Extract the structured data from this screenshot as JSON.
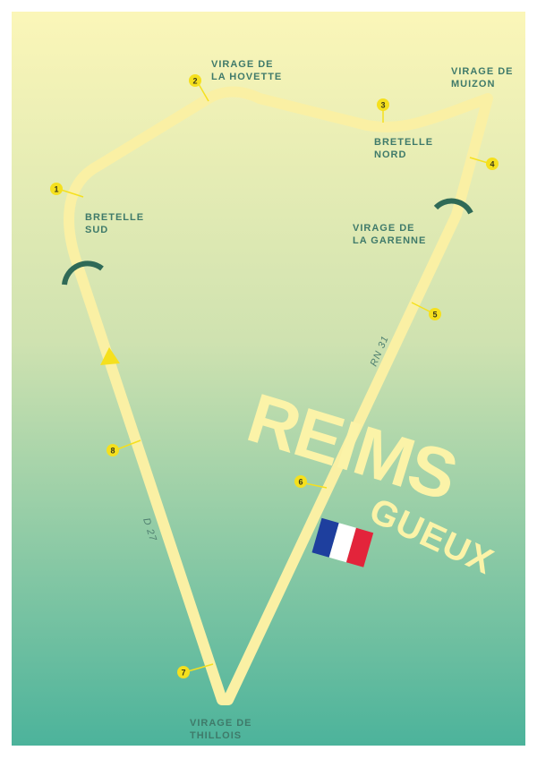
{
  "colors": {
    "bg_top": "#fbf6b8",
    "bg_bottom": "#4cb39b",
    "track": "#faf0a4",
    "marker": "#f5e01e",
    "label": "#3f7a6a",
    "curb": "#2f6a57",
    "title": "#fbf3a8",
    "flag_blue": "#1e3f9e",
    "flag_white": "#ffffff",
    "flag_red": "#e3243b"
  },
  "title": {
    "line1": "REIMS",
    "line2": "GUEUX"
  },
  "roads": {
    "rn31": "RN 31",
    "d27": "D 27"
  },
  "markers": [
    {
      "num": "1",
      "label": [
        "BRETELLE",
        "SUD"
      ]
    },
    {
      "num": "2",
      "label": [
        "VIRAGE DE",
        "LA HOVETTE"
      ]
    },
    {
      "num": "3",
      "label": [
        "BRETELLE",
        "NORD"
      ]
    },
    {
      "num": "4",
      "label": [
        "VIRAGE DE",
        "MUIZON"
      ]
    },
    {
      "num": "5",
      "label": [
        "VIRAGE DE",
        "LA GARENNE"
      ]
    },
    {
      "num": "6",
      "label": []
    },
    {
      "num": "7",
      "label": [
        "VIRAGE DE",
        "THILLOIS"
      ]
    },
    {
      "num": "8",
      "label": []
    }
  ],
  "icons": {
    "direction": "direction-arrow-icon",
    "flag": "french-flag-icon",
    "curb": "curb-arc-icon"
  }
}
